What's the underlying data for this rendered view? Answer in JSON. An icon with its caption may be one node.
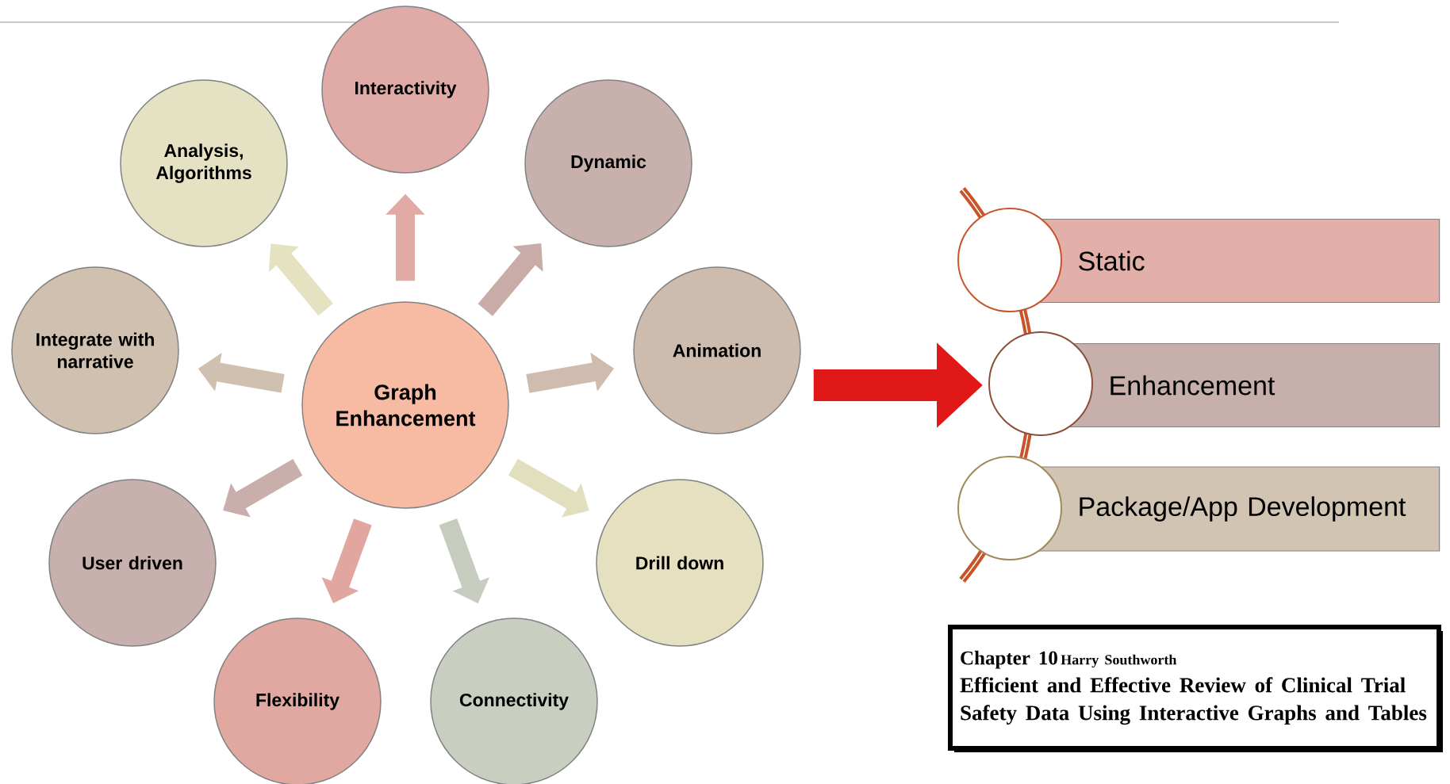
{
  "diagram": {
    "nodes": [
      {
        "text": [
          "Graph Enhancement"
        ]
      },
      {
        "text": [
          "Interactivity"
        ]
      },
      {
        "text": [
          "Dynamic"
        ]
      },
      {
        "text": [
          "Animation"
        ]
      },
      {
        "text": [
          "Drill down"
        ]
      },
      {
        "text": [
          "Connectivity"
        ]
      },
      {
        "text": [
          "Flexibility"
        ]
      },
      {
        "text": [
          "User driven"
        ]
      },
      {
        "text": [
          "Integrate with narrative"
        ]
      },
      {
        "text": [
          "Analysis, Algorithms"
        ]
      },
      {
        "text": [
          "Static"
        ]
      },
      {
        "text": [
          "Enhancement"
        ]
      },
      {
        "text": [
          "Package/App Development"
        ]
      },
      {
        "text": [
          "Chapter 10",
          "Harry Southworth",
          "Efficient and Effective Review of Clinical Trial Safety Data Using Interactive Graphs and Tables"
        ]
      }
    ],
    "edges": [
      {
        "from": 0,
        "to": 1,
        "arrow": "to",
        "color": "#e2aaa4"
      },
      {
        "from": 0,
        "to": 2,
        "arrow": "to",
        "color": "#c9aca8"
      },
      {
        "from": 0,
        "to": 3,
        "arrow": "to",
        "color": "#cfbcae"
      },
      {
        "from": 0,
        "to": 4,
        "arrow": "to",
        "color": "#e2dfbe"
      },
      {
        "from": 0,
        "to": 5,
        "arrow": "to",
        "color": "#c6cdbf"
      },
      {
        "from": 0,
        "to": 6,
        "arrow": "to",
        "color": "#e2a6a0"
      },
      {
        "from": 0,
        "to": 7,
        "arrow": "to",
        "color": "#c9aeab"
      },
      {
        "from": 0,
        "to": 8,
        "arrow": "to",
        "color": "#cfc0b0"
      },
      {
        "from": 0,
        "to": 9,
        "arrow": "to",
        "color": "#e5e2c2"
      },
      {
        "from": 3,
        "to": 11,
        "arrow": "to",
        "color": "#e01818"
      }
    ]
  }
}
